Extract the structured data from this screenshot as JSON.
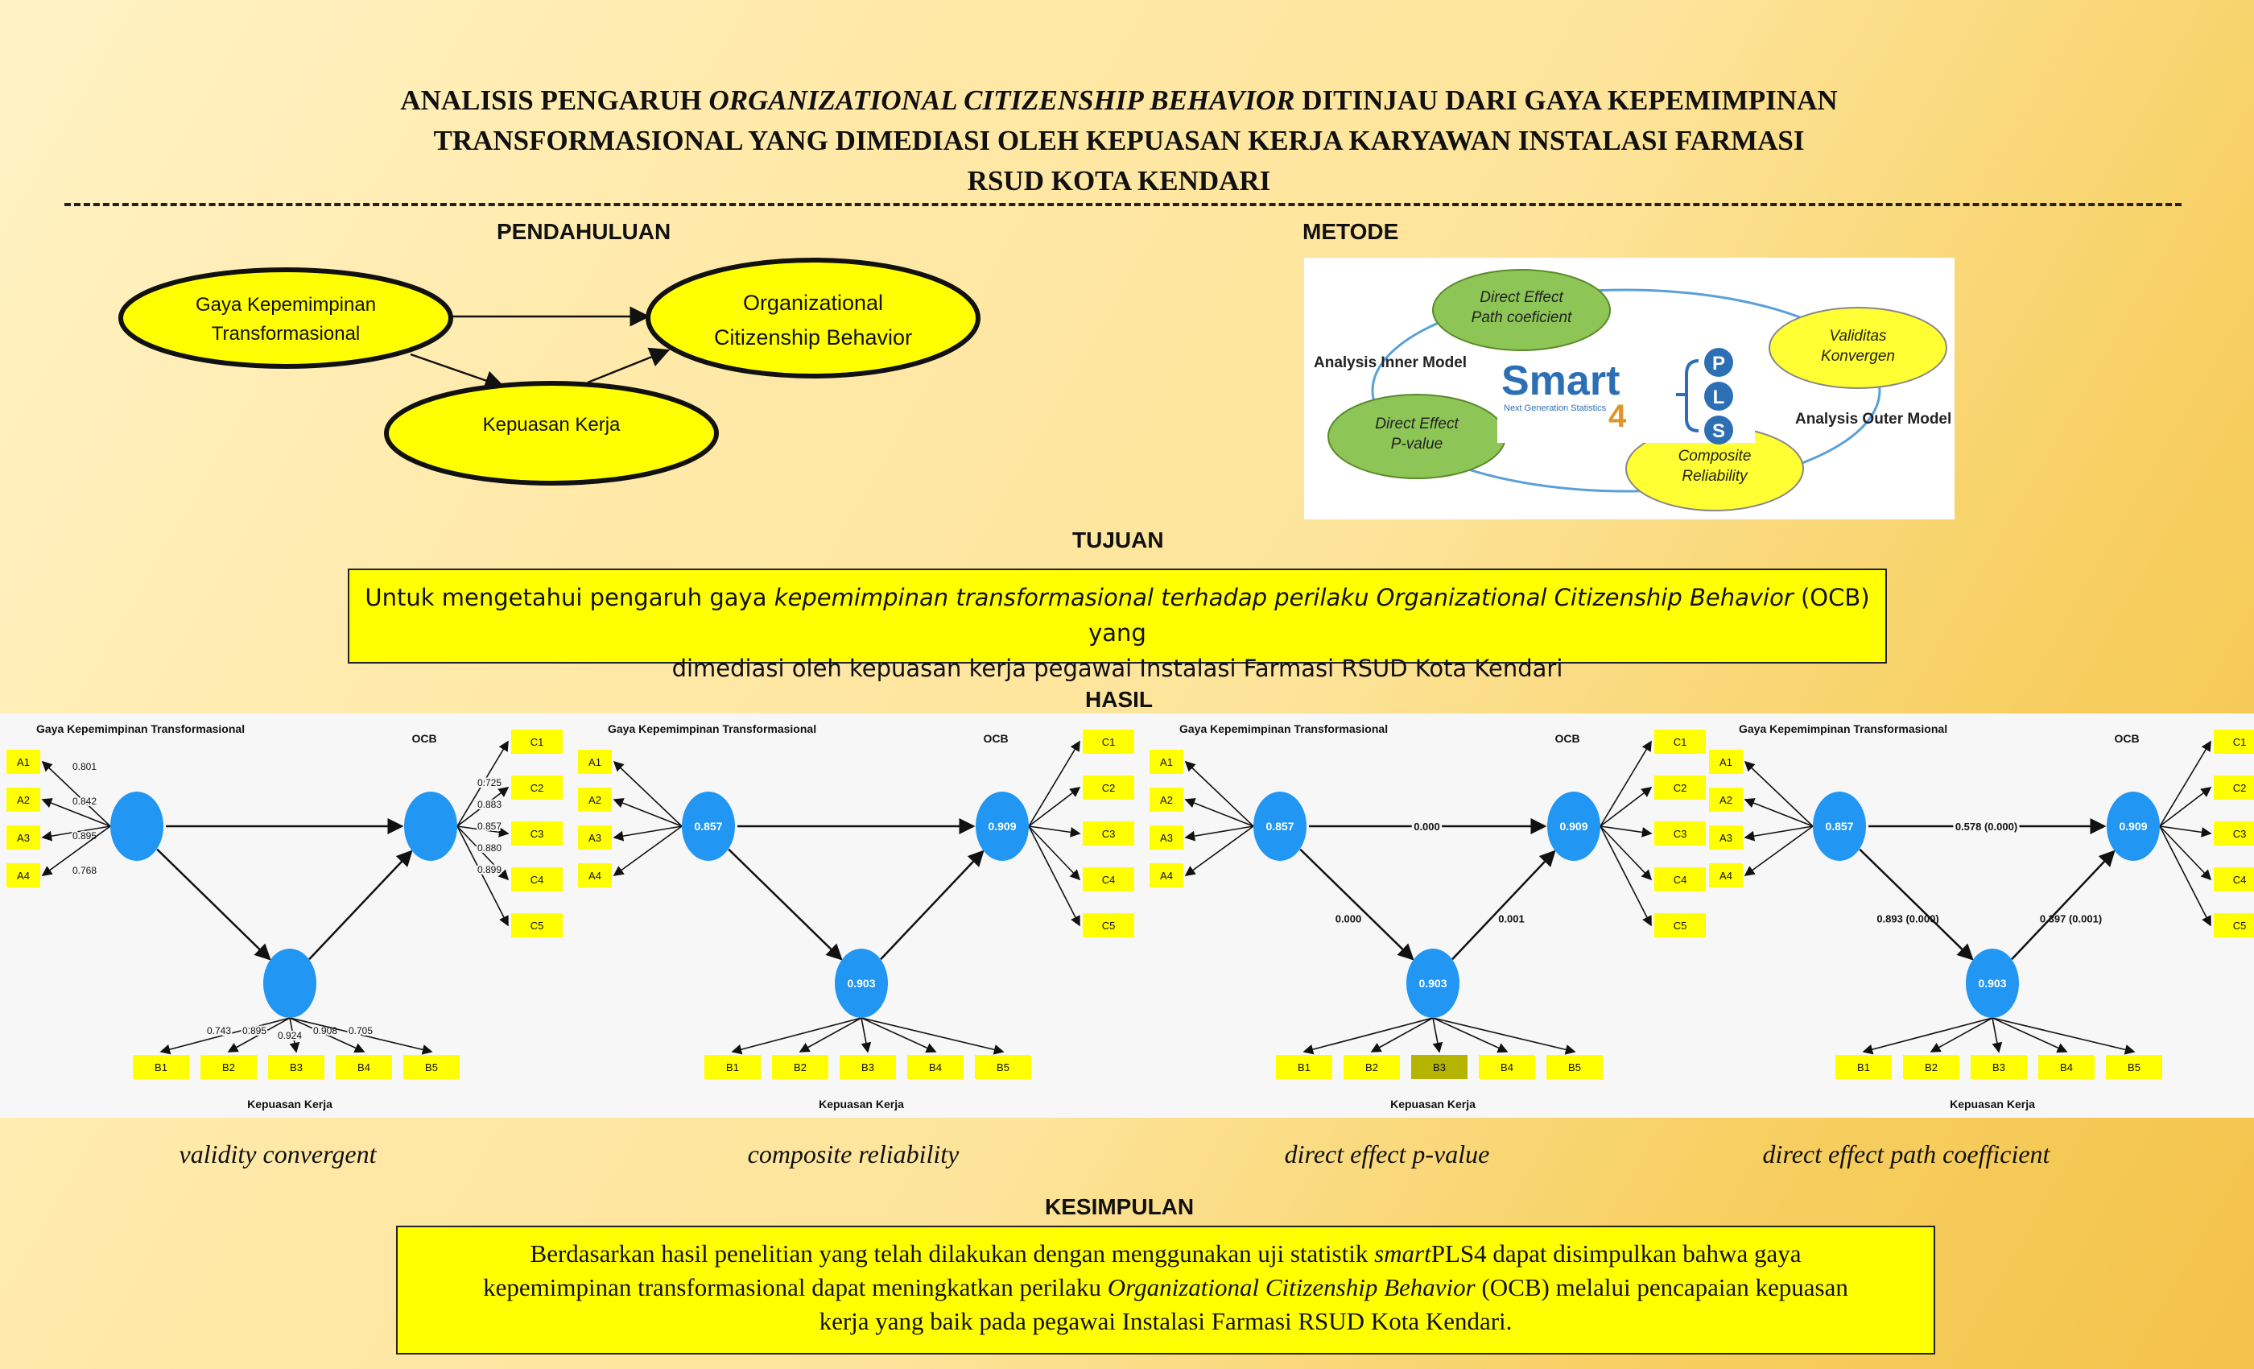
{
  "title": {
    "line1_a": "ANALISIS PENGARUH ",
    "line1_b": "ORGANIZATIONAL CITIZENSHIP BEHAVIOR",
    "line1_c": " DITINJAU DARI GAYA KEPEMIMPINAN",
    "line2": "TRANSFORMASIONAL YANG DIMEDIASI OLEH KEPUASAN KERJA KARYAWAN INSTALASI FARMASI",
    "line3": "RSUD KOTA KENDARI"
  },
  "pendahuluan": {
    "heading": "PENDAHULUAN",
    "node_gaya_1": "Gaya Kepemimpinan",
    "node_gaya_2": "Transformasional",
    "node_ocb_1": "Organizational",
    "node_ocb_2": "Citizenship Behavior",
    "node_kepuasan": "Kepuasan Kerja",
    "colors": {
      "node_fill": "#ffff00",
      "node_border": "#111111"
    }
  },
  "metode": {
    "heading": "METODE",
    "center_smart": "Smart",
    "center_sub": "Next Generation Statistics",
    "center_num": "4",
    "center_letters": [
      "P",
      "L",
      "S"
    ],
    "direct_path_1": "Direct Effect",
    "direct_path_2": "Path coeficient",
    "direct_p_1": "Direct Effect",
    "direct_p_2": "P-value",
    "validitas_1": "Validitas",
    "validitas_2": "Konvergen",
    "composite_1": "Composite",
    "composite_2": "Reliability",
    "inner": "Analysis Inner Model",
    "outer": "Analysis Outer Model",
    "colors": {
      "green": "#8dc556",
      "yellow": "#ffff33",
      "smart_blue": "#2c6fb5",
      "ring": "#5aa0d8"
    }
  },
  "tujuan": {
    "heading": "TUJUAN",
    "t1": "Untuk mengetahui pengaruh gaya ",
    "t2": "kepemimpinan transformasional terhadap perilaku Organizational Citizenship Behavior",
    "t3": " (OCB) yang",
    "t4": "dimediasi oleh kepuasan kerja pegawai Instalasi Farmasi RSUD Kota Kendari"
  },
  "hasil": {
    "heading": "HASIL",
    "label_gaya": "Gaya Kepemimpinan Transformasional",
    "label_ocb": "OCB",
    "label_kepuasan": "Kepuasan Kerja",
    "a_items": [
      "A1",
      "A2",
      "A3",
      "A4"
    ],
    "b_items": [
      "B1",
      "B2",
      "B3",
      "B4",
      "B5"
    ],
    "c_items": [
      "C1",
      "C2",
      "C3",
      "C4",
      "C5"
    ],
    "panels": [
      {
        "caption": "validity convergent",
        "gaya_value": "",
        "ocb_value": "",
        "kep_value": "",
        "a_loadings": [
          "0.801",
          "0.842",
          "0.895",
          "0.768"
        ],
        "b_loadings": [
          "0.743",
          "0.895",
          "0.924",
          "0.908",
          "0.705"
        ],
        "c_loadings": [
          "0.725",
          "0.883",
          "0.857",
          "0.880",
          "0.899"
        ],
        "path_gaya_ocb": "",
        "path_gaya_kep": "",
        "path_kep_ocb": ""
      },
      {
        "caption": "composite reliability",
        "gaya_value": "0.857",
        "ocb_value": "0.909",
        "kep_value": "0.903",
        "a_loadings": [],
        "b_loadings": [],
        "c_loadings": [],
        "path_gaya_ocb": "",
        "path_gaya_kep": "",
        "path_kep_ocb": ""
      },
      {
        "caption": "direct effect p-value",
        "gaya_value": "0.857",
        "ocb_value": "0.909",
        "kep_value": "0.903",
        "a_loadings": [],
        "b_loadings": [],
        "c_loadings": [],
        "path_gaya_ocb": "0.000",
        "path_gaya_kep": "0.000",
        "path_kep_ocb": "0.001"
      },
      {
        "caption": "direct effect path coefficient",
        "gaya_value": "0.857",
        "ocb_value": "0.909",
        "kep_value": "0.903",
        "a_loadings": [],
        "b_loadings": [],
        "c_loadings": [],
        "path_gaya_ocb": "0.578 (0.000)",
        "path_gaya_kep": "0.893 (0.000)",
        "path_kep_ocb": "0.397 (0.001)"
      }
    ],
    "colors": {
      "latent": "#2196f3",
      "indicator": "#ffff00",
      "highlight": "#b5b400"
    }
  },
  "kesimpulan": {
    "heading": "KESIMPULAN",
    "k1": "Berdasarkan hasil penelitian yang telah dilakukan dengan menggunakan uji statistik ",
    "k2": "smart",
    "k3": "PLS4 dapat disimpulkan bahwa gaya",
    "k4": "kepemimpinan transformasional dapat meningkatkan perilaku ",
    "k5": "Organizational Citizenship Behavior",
    "k6": " (OCB) melalui pencapaian kepuasan",
    "k7": "kerja yang baik pada pegawai Instalasi Farmasi RSUD Kota Kendari."
  }
}
